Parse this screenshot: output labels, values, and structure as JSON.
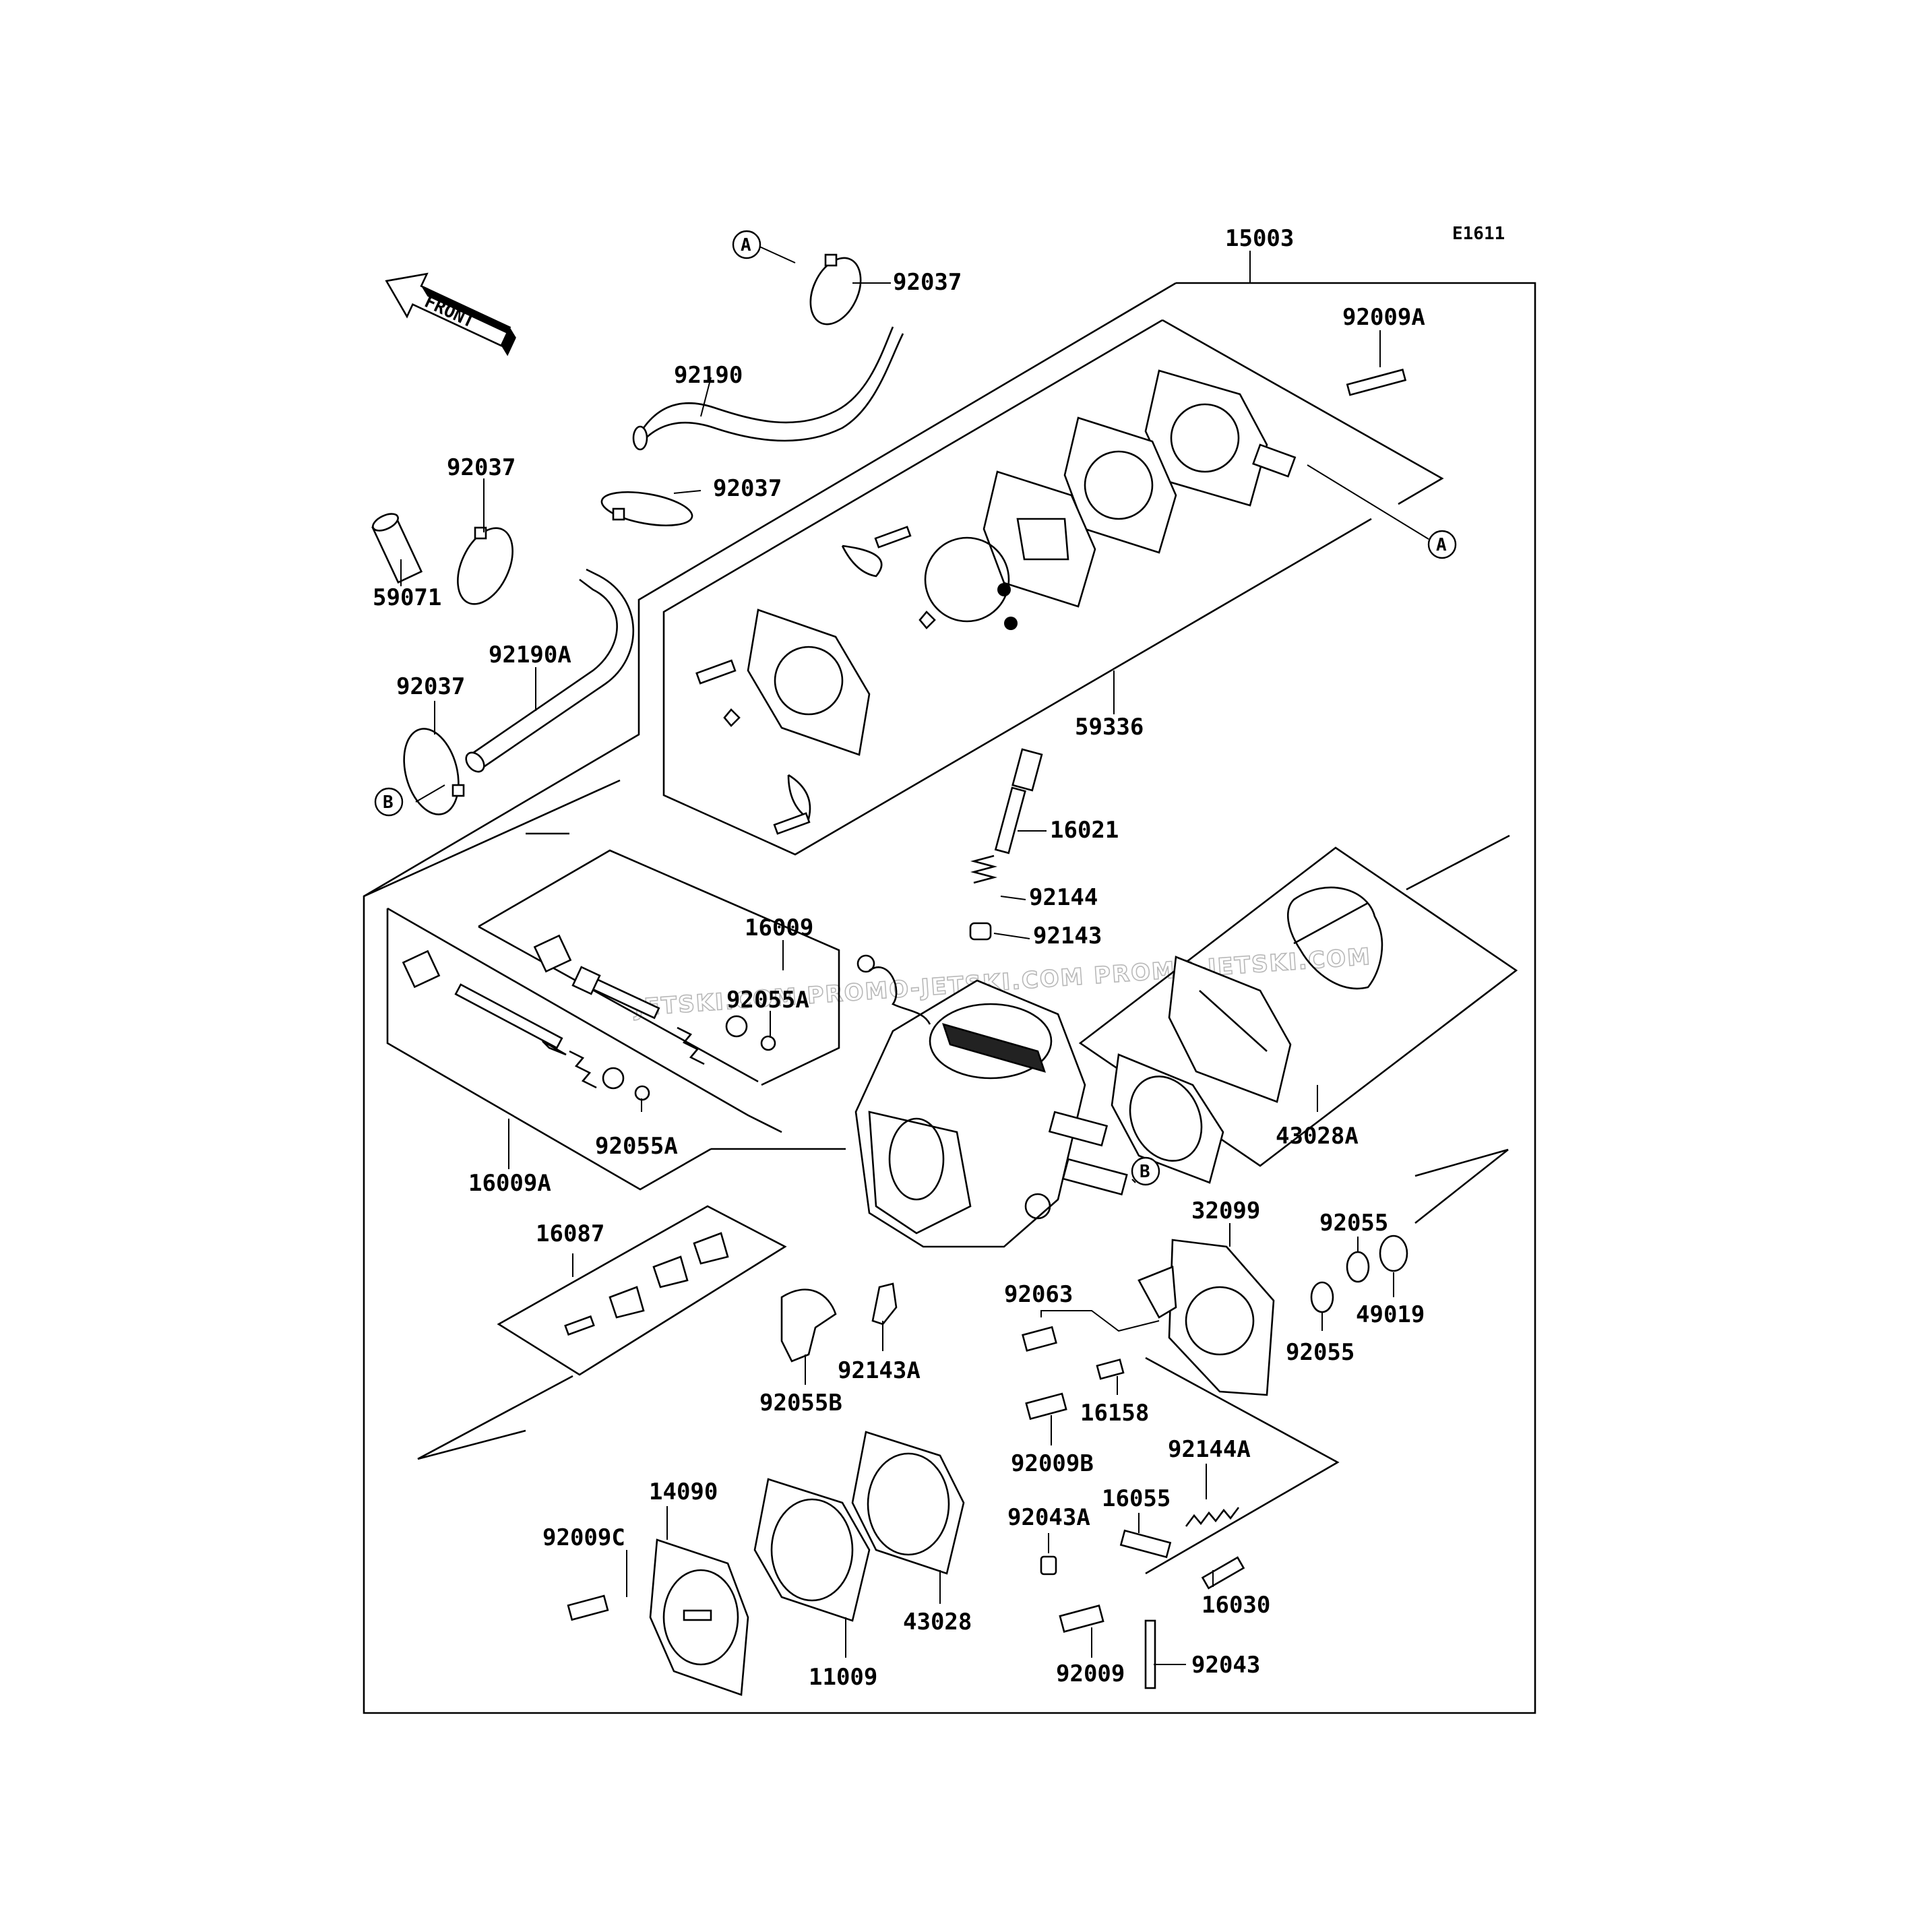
{
  "diagram_code": "E1611",
  "front_label": "FRONT",
  "watermark": "JETSKI.COM   PROMO-JETSKI.COM   PROMO-JETSKI.COM",
  "callouts": {
    "A": "A",
    "B": "B"
  },
  "part_numbers": {
    "p15003": "15003",
    "p92037_top": "92037",
    "p92009A": "92009A",
    "p92190": "92190",
    "p92037_mid": "92037",
    "p92037_left": "92037",
    "p59071": "59071",
    "p92190A": "92190A",
    "p92037_low": "92037",
    "p59336": "59336",
    "p16021": "16021",
    "p92144": "92144",
    "p92143": "92143",
    "p16009": "16009",
    "p92055A_upper": "92055A",
    "p92055A_lower": "92055A",
    "p16009A": "16009A",
    "p43028A": "43028A",
    "p32099": "32099",
    "p92055_top": "92055",
    "p49019": "49019",
    "p92055_low": "92055",
    "p16087": "16087",
    "p92063": "92063",
    "p92143A": "92143A",
    "p92055B": "92055B",
    "p16158": "16158",
    "p92009B": "92009B",
    "p92144A": "92144A",
    "p16055": "16055",
    "p92043A": "92043A",
    "p14090": "14090",
    "p92009C": "92009C",
    "p43028": "43028",
    "p16030": "16030",
    "p11009": "11009",
    "p92009": "92009",
    "p92043": "92043"
  }
}
